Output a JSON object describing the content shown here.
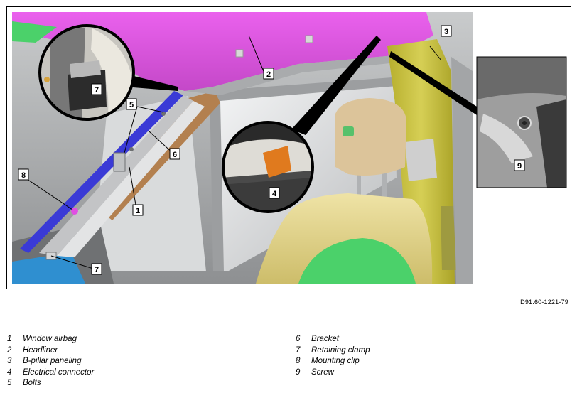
{
  "figure_code": "D91.60-1221-79",
  "callouts": [
    "1",
    "2",
    "3",
    "4",
    "5",
    "5",
    "6",
    "7",
    "7",
    "8",
    "9"
  ],
  "legend_left": [
    {
      "num": "1",
      "label": "Window airbag"
    },
    {
      "num": "2",
      "label": "Headliner"
    },
    {
      "num": "3",
      "label": "B-pillar paneling"
    },
    {
      "num": "4",
      "label": "Electrical connector"
    },
    {
      "num": "5",
      "label": "Bolts"
    }
  ],
  "legend_right": [
    {
      "num": "6",
      "label": "Bracket"
    },
    {
      "num": "7",
      "label": "Retaining clamp"
    },
    {
      "num": "8",
      "label": "Mounting clip"
    },
    {
      "num": "9",
      "label": "Screw"
    }
  ],
  "colors": {
    "headliner": "#d35bd7",
    "b_pillar": "#c9c23a",
    "seat": "#e6d889",
    "headrest": "#dcc49a",
    "airbag_edge": "#3a3ad6",
    "electrical_connector": "#e07a1e"
  }
}
